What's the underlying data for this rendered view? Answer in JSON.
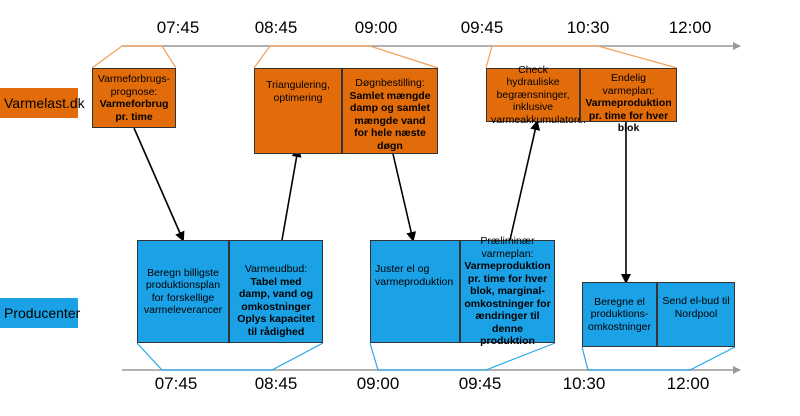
{
  "timeline": {
    "top_times": [
      "07:45",
      "08:45",
      "09:00",
      "09:45",
      "10:30",
      "12:00"
    ],
    "bottom_times": [
      "07:45",
      "08:45",
      "09:00",
      "09:45",
      "10:30",
      "12:00"
    ]
  },
  "lanes": {
    "varmelast": "Varmelast.dk",
    "producenter": "Producenter"
  },
  "colors": {
    "orange": "#e36c0a",
    "blue": "#1aa1e6",
    "line_orange": "#f2a05a",
    "line_blue": "#2aa7e8",
    "axis": "#999999"
  },
  "boxes": {
    "o1": {
      "text": "Varmeforbrugs-prognose:",
      "bold": "Varmeforbrug pr. time"
    },
    "o2a": {
      "text": "Triangulering, optimering",
      "bold": ""
    },
    "o2b": {
      "text": "Døgnbestilling:",
      "bold": "Samlet mængde damp og samlet mængde vand for hele næste døgn"
    },
    "o3a": {
      "text": "Check hydrauliske begrænsninger, inklusive varmeakkumulatorer",
      "bold": ""
    },
    "o3b": {
      "text": "Endelig varmeplan:",
      "bold": "Varmeproduktion pr. time for hver blok"
    },
    "b1a": {
      "text": "Beregn billigste produktionsplan for forskellige varmeleverancer",
      "bold": ""
    },
    "b1b": {
      "text": "Varmeudbud:",
      "bold": "Tabel med damp, vand og omkostninger Oplys kapacitet til rådighed"
    },
    "b2a": {
      "text": "Juster el og varmeproduktion",
      "bold": ""
    },
    "b2b": {
      "text": "Præliminær varmeplan:",
      "bold": "Varmeproduktion pr. time for hver blok, marginal-omkostninger for ændringer til denne produktion"
    },
    "b3a": {
      "text": "Beregne el produktions-omkostninger",
      "bold": ""
    },
    "b3b": {
      "text": "Send el-bud til Nordpool",
      "bold": ""
    }
  }
}
